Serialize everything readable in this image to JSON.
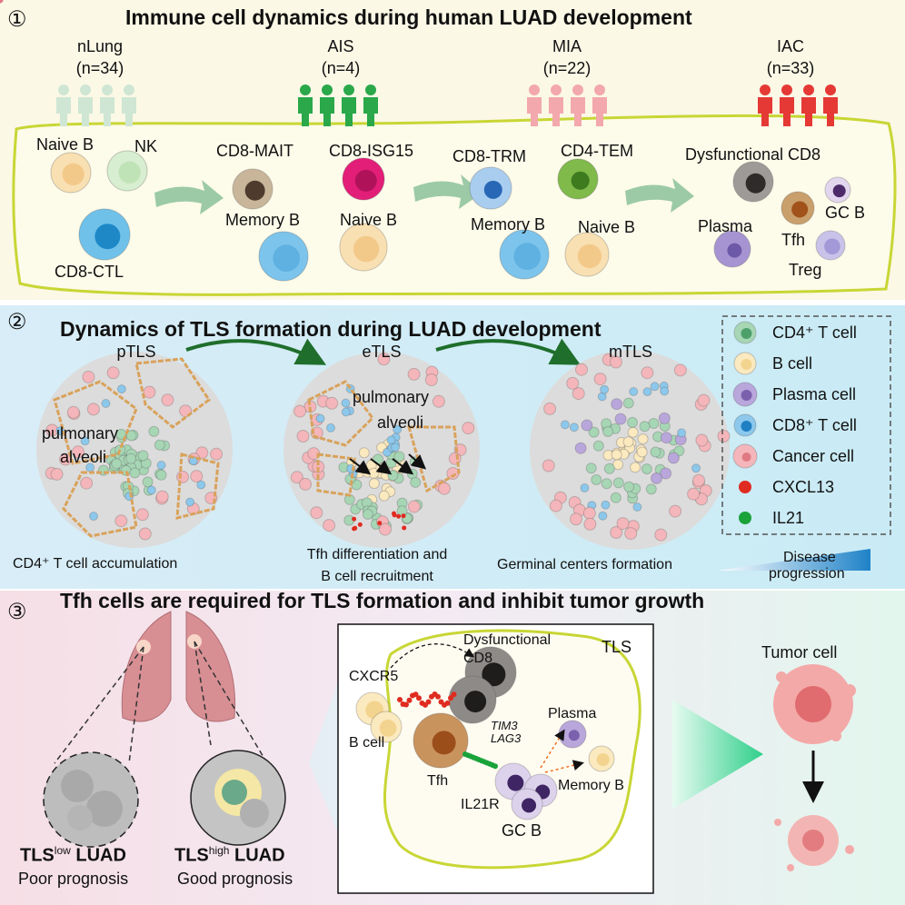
{
  "panel1": {
    "number": "①",
    "title": "Immune cell dynamics during human LUAD development",
    "groups": [
      {
        "name": "nLung",
        "n": "(n=34)",
        "color": "#cfe6d4"
      },
      {
        "name": "AIS",
        "n": "(n=4)",
        "color": "#2aa84a"
      },
      {
        "name": "MIA",
        "n": "(n=22)",
        "color": "#f2a8ad"
      },
      {
        "name": "IAC",
        "n": "(n=33)",
        "color": "#e53935"
      }
    ],
    "cells": {
      "naive_b_1": "Naive B",
      "nk": "NK",
      "cd8_ctl": "CD8-CTL",
      "cd8_mait": "CD8-MAIT",
      "cd8_isg15": "CD8-ISG15",
      "memory_b_1": "Memory B",
      "naive_b_2": "Naive B",
      "cd8_trm": "CD8-TRM",
      "cd4_tem": "CD4-TEM",
      "memory_b_2": "Memory B",
      "naive_b_3": "Naive B",
      "dysfunctional_cd8": "Dysfunctional CD8",
      "plasma": "Plasma",
      "tfh": "Tfh",
      "gc_b": "GC B",
      "treg": "Treg"
    }
  },
  "panel2": {
    "number": "②",
    "title": "Dynamics of TLS formation during LUAD development",
    "stages": [
      "pTLS",
      "eTLS",
      "mTLS"
    ],
    "alveoli_label": [
      "pulmonary",
      "alveoli"
    ],
    "captions": [
      "CD4⁺ T cell accumulation",
      "Tfh differentiation and",
      "B cell recruitment",
      "Germinal centers formation"
    ],
    "progression": [
      "Disease",
      "progression"
    ],
    "legend": [
      {
        "label": "CD4⁺ T cell",
        "icon": "cd4-t-cell-icon",
        "color": "#6fb98a"
      },
      {
        "label": "B cell",
        "icon": "b-cell-icon",
        "color": "#f6dca2"
      },
      {
        "label": "Plasma cell",
        "icon": "plasma-cell-icon",
        "color": "#9b84c4"
      },
      {
        "label": "CD8⁺ T cell",
        "icon": "cd8-t-cell-icon",
        "color": "#3b9ed6"
      },
      {
        "label": "Cancer cell",
        "icon": "cancer-cell-icon",
        "color": "#ec8f96"
      },
      {
        "label": "CXCL13",
        "icon": "cxcl13-dot-icon",
        "color": "#e02b20"
      },
      {
        "label": "IL21",
        "icon": "il21-dot-icon",
        "color": "#19a33a"
      }
    ]
  },
  "panel3": {
    "number": "③",
    "title": "Tfh cells are required for TLS formation and inhibit tumor growth",
    "low": {
      "tls": "TLS",
      "sup": "low",
      "luad": " LUAD",
      "prognosis": "Poor prognosis"
    },
    "high": {
      "tls": "TLS",
      "sup": "high",
      "luad": " LUAD",
      "prognosis": "Good prognosis"
    },
    "box": {
      "tls": "TLS",
      "dysfunctional": "Dysfunctional",
      "cd8": "CD8",
      "cxcr5": "CXCR5",
      "b_cell": "B cell",
      "tim3": "TIM3",
      "lag3": "LAG3",
      "plasma": "Plasma",
      "tfh": "Tfh",
      "il21r": "IL21R",
      "memory_b": "Memory B",
      "gc_b": "GC B"
    },
    "tumor_cell": "Tumor cell"
  }
}
